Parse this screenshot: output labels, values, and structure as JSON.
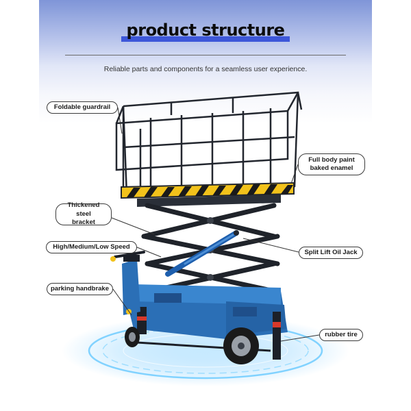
{
  "header": {
    "title": "product structure",
    "subtitle": "Reliable parts and components for a seamless user experience."
  },
  "callouts": {
    "guardrail": "Foldable guardrail",
    "paint_line1": "Full body paint",
    "paint_line2": "baked enamel",
    "bracket_line1": "Thickened steel",
    "bracket_line2": "bracket",
    "speed": "High/Medium/Low Speed",
    "jack": "Split Lift Oil Jack",
    "handbrake": "parking handbrake",
    "tire": "rubber tire"
  },
  "colors": {
    "accent_bar": "#3d57d9",
    "frame": "#22262e",
    "chassis": "#2b6fb6",
    "hazard_yellow": "#f2c21b",
    "glow": "#41b4ff"
  }
}
